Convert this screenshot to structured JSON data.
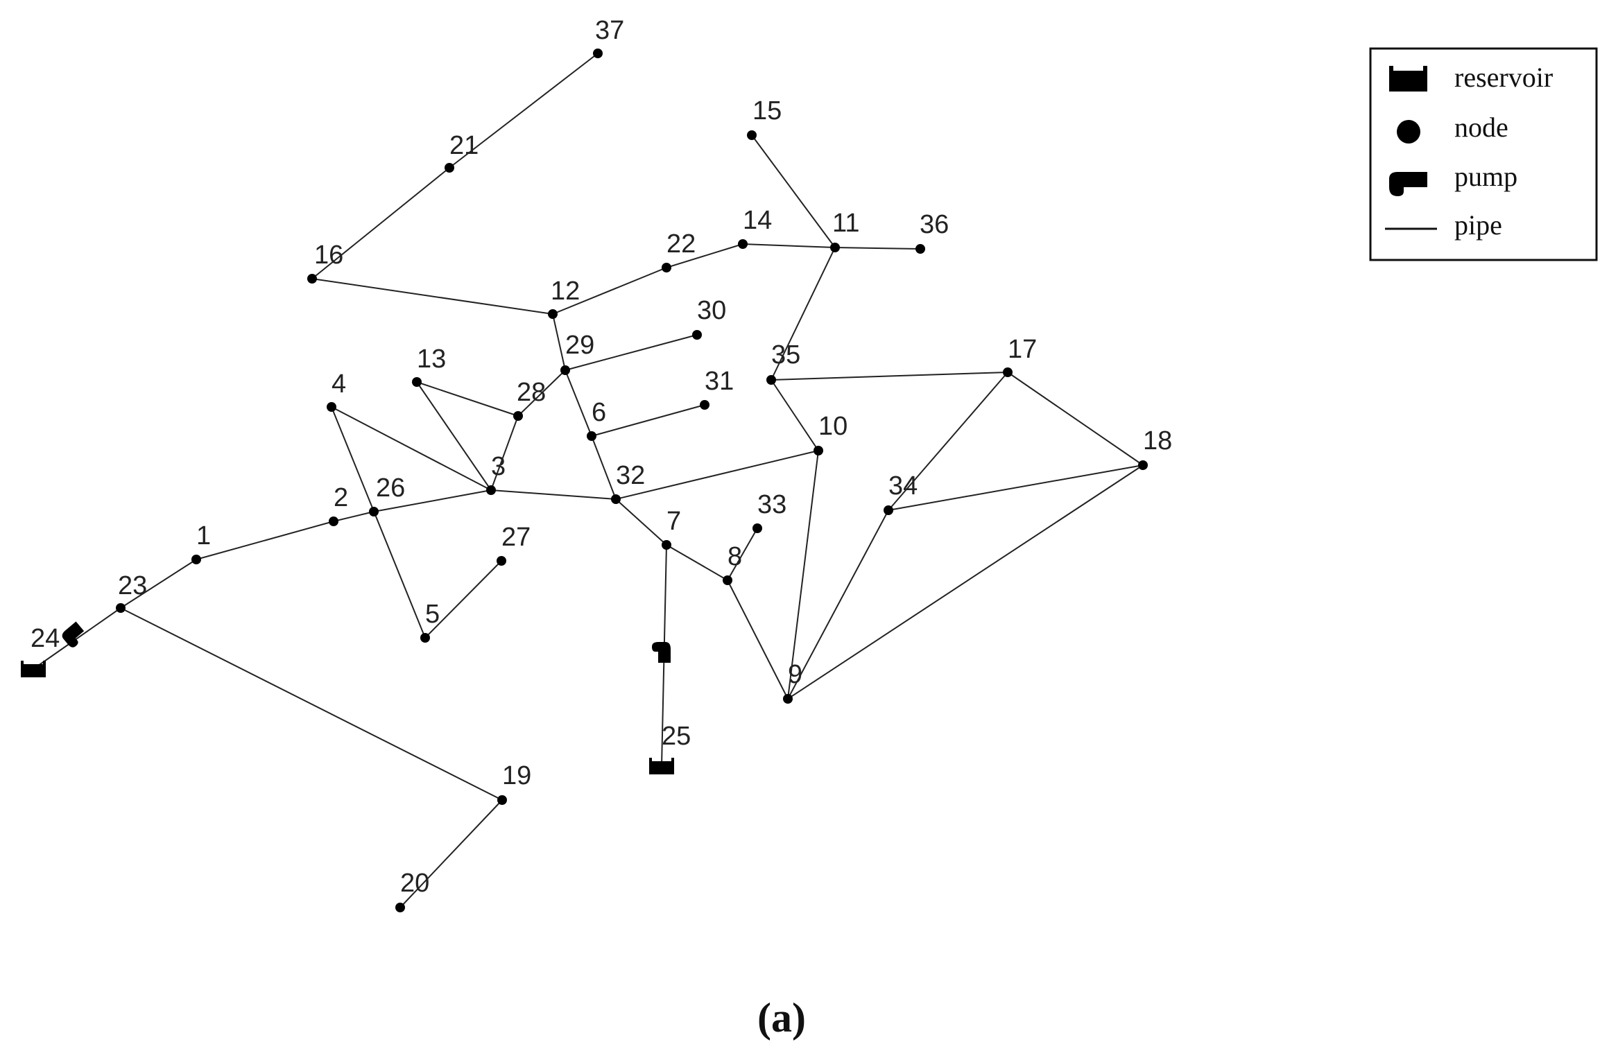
{
  "legend": {
    "reservoir_label": "reservoir",
    "node_label": "node",
    "pump_label": "pump",
    "pipe_label": "pipe"
  },
  "caption": "(a)",
  "nodes": [
    {
      "id": "1",
      "type": "node"
    },
    {
      "id": "2",
      "type": "node"
    },
    {
      "id": "3",
      "type": "node"
    },
    {
      "id": "4",
      "type": "node"
    },
    {
      "id": "5",
      "type": "node"
    },
    {
      "id": "6",
      "type": "node"
    },
    {
      "id": "7",
      "type": "node"
    },
    {
      "id": "8",
      "type": "node"
    },
    {
      "id": "9",
      "type": "node"
    },
    {
      "id": "10",
      "type": "node"
    },
    {
      "id": "11",
      "type": "node"
    },
    {
      "id": "12",
      "type": "node"
    },
    {
      "id": "13",
      "type": "node"
    },
    {
      "id": "14",
      "type": "node"
    },
    {
      "id": "15",
      "type": "node"
    },
    {
      "id": "16",
      "type": "node"
    },
    {
      "id": "17",
      "type": "node"
    },
    {
      "id": "18",
      "type": "node"
    },
    {
      "id": "19",
      "type": "node"
    },
    {
      "id": "20",
      "type": "node"
    },
    {
      "id": "21",
      "type": "node"
    },
    {
      "id": "22",
      "type": "node"
    },
    {
      "id": "23",
      "type": "node"
    },
    {
      "id": "24",
      "type": "reservoir"
    },
    {
      "id": "25",
      "type": "reservoir"
    },
    {
      "id": "26",
      "type": "node"
    },
    {
      "id": "27",
      "type": "node"
    },
    {
      "id": "28",
      "type": "node"
    },
    {
      "id": "29",
      "type": "node"
    },
    {
      "id": "30",
      "type": "node"
    },
    {
      "id": "31",
      "type": "node"
    },
    {
      "id": "32",
      "type": "node"
    },
    {
      "id": "33",
      "type": "node"
    },
    {
      "id": "34",
      "type": "node"
    },
    {
      "id": "35",
      "type": "node"
    },
    {
      "id": "36",
      "type": "node"
    },
    {
      "id": "37",
      "type": "node"
    }
  ],
  "pipes": [
    [
      "37",
      "21"
    ],
    [
      "21",
      "16"
    ],
    [
      "16",
      "12"
    ],
    [
      "12",
      "22"
    ],
    [
      "22",
      "14"
    ],
    [
      "14",
      "11"
    ],
    [
      "11",
      "36"
    ],
    [
      "15",
      "11"
    ],
    [
      "11",
      "35"
    ],
    [
      "12",
      "29"
    ],
    [
      "29",
      "30"
    ],
    [
      "29",
      "28"
    ],
    [
      "28",
      "3"
    ],
    [
      "28",
      "13"
    ],
    [
      "13",
      "3"
    ],
    [
      "4",
      "3"
    ],
    [
      "4",
      "5"
    ],
    [
      "5",
      "27"
    ],
    [
      "3",
      "26"
    ],
    [
      "26",
      "2"
    ],
    [
      "2",
      "1"
    ],
    [
      "1",
      "23"
    ],
    [
      "23",
      "24"
    ],
    [
      "23",
      "19"
    ],
    [
      "19",
      "20"
    ],
    [
      "29",
      "6"
    ],
    [
      "6",
      "31"
    ],
    [
      "6",
      "32"
    ],
    [
      "3",
      "32"
    ],
    [
      "32",
      "10"
    ],
    [
      "32",
      "7"
    ],
    [
      "7",
      "8"
    ],
    [
      "8",
      "33"
    ],
    [
      "8",
      "9"
    ],
    [
      "10",
      "9"
    ],
    [
      "10",
      "35"
    ],
    [
      "35",
      "17"
    ],
    [
      "17",
      "34"
    ],
    [
      "17",
      "18"
    ],
    [
      "34",
      "18"
    ],
    [
      "34",
      "9"
    ],
    [
      "18",
      "9"
    ],
    [
      "7",
      "25"
    ]
  ],
  "pumps": [
    {
      "from": "23",
      "to": "24"
    },
    {
      "from": "7",
      "to": "25"
    }
  ]
}
